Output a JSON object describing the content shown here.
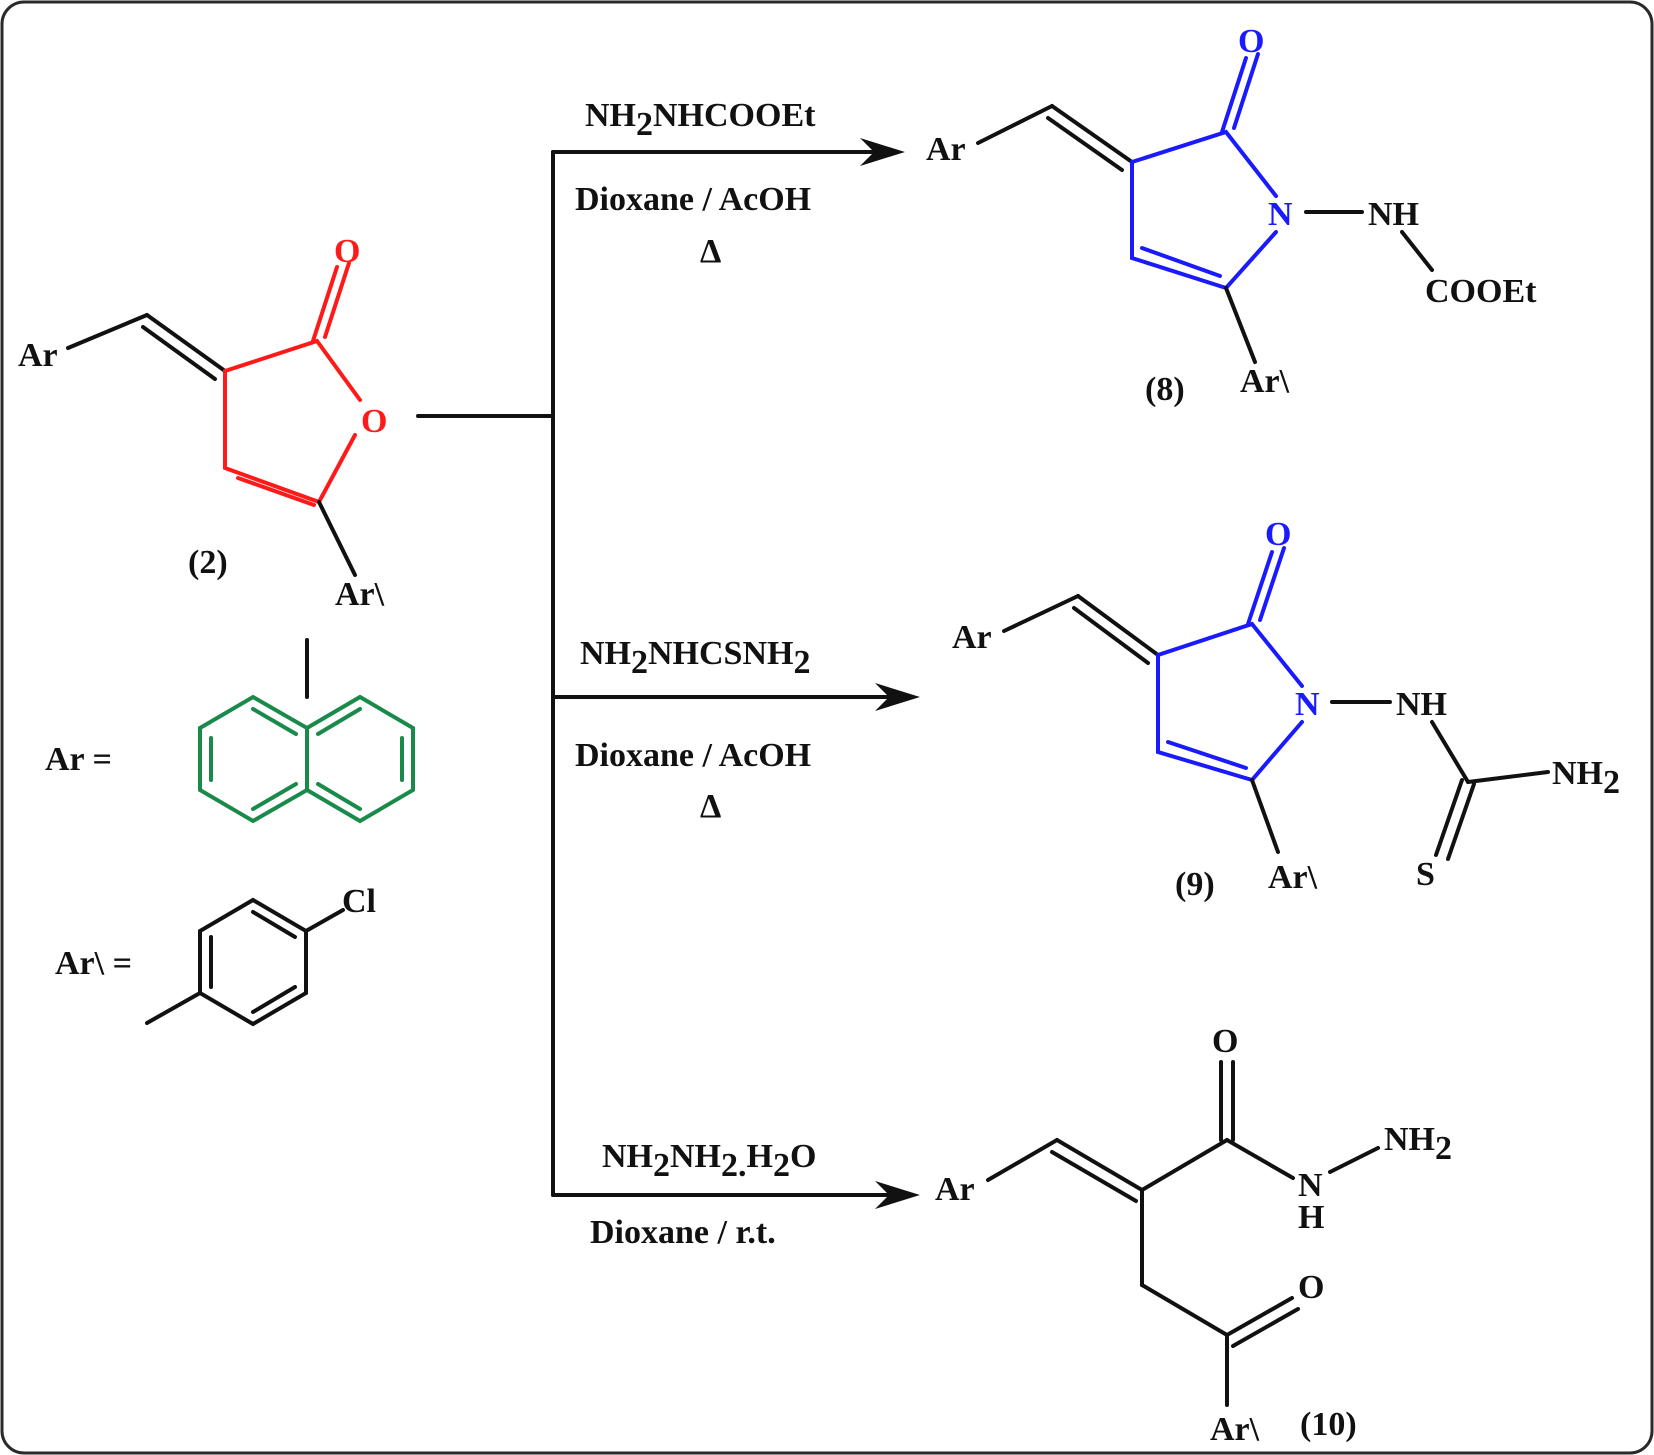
{
  "colors": {
    "furanone": "#ff1a1a",
    "pyrrolone": "#1a1aff",
    "naphthyl": "#1a8a4a",
    "ink": "#111111",
    "border": "#2a2a2a"
  },
  "start": {
    "label": "(2)",
    "ring_o": "O",
    "carbonyl_o": "O",
    "ar": "Ar",
    "ar_prime": "Ar\\"
  },
  "definitions": {
    "ar_label": "Ar =",
    "ar_prime_label": "Ar\\ =",
    "cl": "Cl"
  },
  "reactions": [
    {
      "reagent_main": "NH",
      "reagent_sub": "2",
      "reagent_rest": "NHCOOEt",
      "conditions": "Dioxane / AcOH",
      "heat": "Δ"
    },
    {
      "reagent_main": "NH",
      "reagent_sub": "2",
      "reagent_rest": "NHCSNH",
      "reagent_sub2": "2",
      "conditions": "Dioxane / AcOH",
      "heat": "Δ"
    },
    {
      "reagent_main": "NH",
      "reagent_sub": "2",
      "reagent_mid": "NH",
      "reagent_sub2": "2.",
      "reagent_h": "H",
      "reagent_sub3": "2",
      "reagent_end": "O",
      "conditions": "Dioxane /   r.t."
    }
  ],
  "products": [
    {
      "label": "(8)",
      "ar": "Ar",
      "ar_prime": "Ar\\",
      "carbonyl_o": "O",
      "ring_n": "N",
      "nh": "NH",
      "substituent": "COOEt"
    },
    {
      "label": "(9)",
      "ar": "Ar",
      "ar_prime": "Ar\\",
      "carbonyl_o": "O",
      "ring_n": "N",
      "nh": "NH",
      "nh2": "NH",
      "nh2_sub": "2",
      "s": "S"
    },
    {
      "label": "(10)",
      "ar": "Ar",
      "ar_prime": "Ar\\",
      "o_top": "O",
      "o_bottom": "O",
      "n": "N",
      "h": "H",
      "nh2": "NH",
      "nh2_sub": "2"
    }
  ]
}
